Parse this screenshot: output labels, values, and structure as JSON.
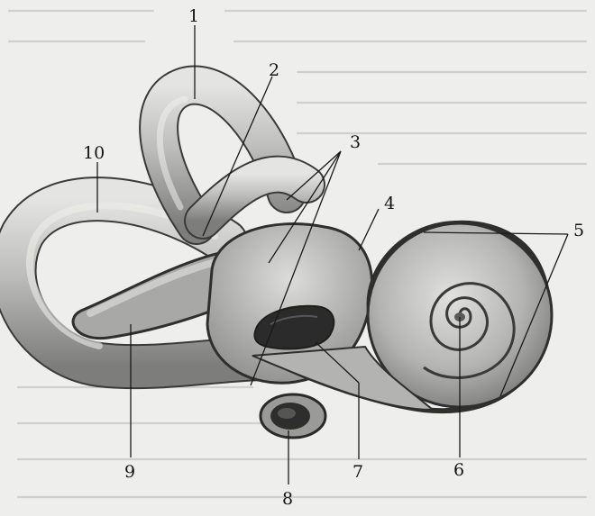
{
  "figure": {
    "labels": [
      {
        "id": "label-1",
        "text": "1"
      },
      {
        "id": "label-2",
        "text": "2"
      },
      {
        "id": "label-3",
        "text": "3"
      },
      {
        "id": "label-4",
        "text": "4"
      },
      {
        "id": "label-5",
        "text": "5"
      },
      {
        "id": "label-6",
        "text": "6"
      },
      {
        "id": "label-7",
        "text": "7"
      },
      {
        "id": "label-8",
        "text": "8"
      },
      {
        "id": "label-9",
        "text": "9"
      },
      {
        "id": "label-10",
        "text": "10"
      }
    ]
  },
  "colors": {
    "background": "#eeeeec",
    "structure_light": "#d6d6d4",
    "structure_mid": "#a9a9a7",
    "structure_dark": "#5f5f5d",
    "outline": "#2a2a2a",
    "window_fill": "#2b2b2b"
  }
}
